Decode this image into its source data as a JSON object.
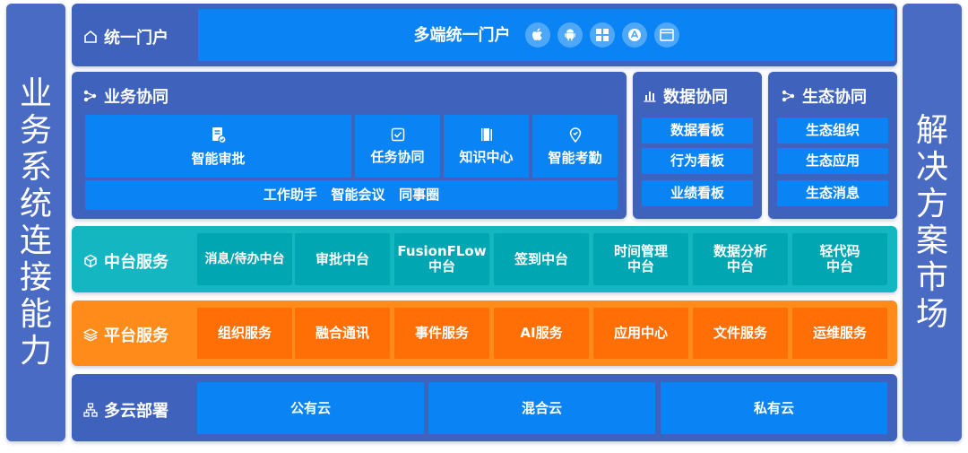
{
  "left_title": "业务系统连接能力",
  "right_title": "解决方案市场",
  "portal": {
    "title": "统一门户",
    "banner": "多端统一门户",
    "os_icons": [
      "apple-icon",
      "android-icon",
      "windows-icon",
      "appstore-icon",
      "web-browser-icon"
    ]
  },
  "business": {
    "title": "业务协同",
    "items": [
      "智能审批",
      "任务协同",
      "知识中心",
      "智能考勤"
    ],
    "assistant_row": "工作助手   智能会议   同事圈"
  },
  "data_collab": {
    "title": "数据协同",
    "items": [
      "数据看板",
      "行为看板",
      "业绩看板"
    ]
  },
  "eco_collab": {
    "title": "生态协同",
    "items": [
      "生态组织",
      "生态应用",
      "生态消息"
    ]
  },
  "middle": {
    "title": "中台服务",
    "items": [
      {
        "l1": "消息/待办中台",
        "l2": ""
      },
      {
        "l1": "审批中台",
        "l2": ""
      },
      {
        "l1": "FusionFLow",
        "l2": "中台"
      },
      {
        "l1": "签到中台",
        "l2": ""
      },
      {
        "l1": "时间管理",
        "l2": "中台"
      },
      {
        "l1": "数据分析",
        "l2": "中台"
      },
      {
        "l1": "轻代码",
        "l2": "中台"
      }
    ]
  },
  "platform": {
    "title": "平台服务",
    "items": [
      "组织服务",
      "融合通讯",
      "事件服务",
      "AI服务",
      "应用中心",
      "文件服务",
      "运维服务"
    ]
  },
  "cloud": {
    "title": "多云部署",
    "items": [
      "公有云",
      "混合云",
      "私有云"
    ]
  },
  "colors": {
    "side": "#4a6bc4",
    "row_blue": "#3f62bd",
    "block_blue": "#0a84f5",
    "row_teal": "#14b6c2",
    "block_teal": "#00a6b2",
    "row_orange": "#ff8c1a",
    "block_orange": "#ff6f06"
  }
}
